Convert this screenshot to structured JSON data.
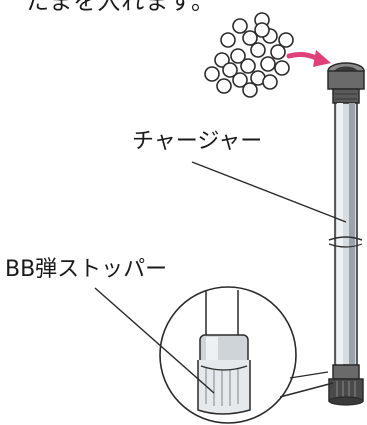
{
  "caption": {
    "top_text": "たまを入れます。"
  },
  "labels": {
    "charger": "チャージャー",
    "bb_stopper": "BB弾ストッパー"
  },
  "colors": {
    "arrow": "#e0407a",
    "line": "#2a2a2a",
    "tube_fill": "#d7dce0",
    "tube_shade": "#9aa3a9",
    "cap_fill": "#4a4a4a",
    "bb_fill": "#ffffff"
  },
  "icons": {
    "arrow": "pink-arrow-icon",
    "bbs": "bb-pellets-icon"
  }
}
